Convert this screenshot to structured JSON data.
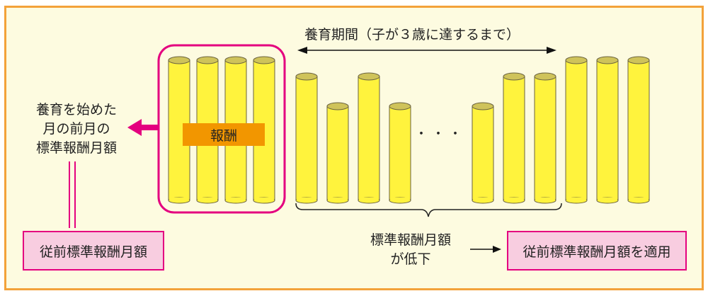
{
  "labels": {
    "period": "養育期間（子が３歳に達するまで）",
    "left_label": [
      "養育を始めた",
      "月の前月の",
      "標準報酬月額"
    ],
    "remuneration": "報酬",
    "left_box": "従前標準報酬月額",
    "lowered": [
      "標準報酬月額",
      "が低下"
    ],
    "right_box": "従前標準報酬月額を適用",
    "ellipsis": "・・・"
  },
  "colors": {
    "background": "#fdfbe0",
    "frame": "#f3a23a",
    "accent_pink": "#e4007f",
    "cylinder_body": "#fff33d",
    "cylinder_top": "#cfc35a",
    "remuneration_band": "#f29600",
    "box_fill": "#f8cde0"
  },
  "bars": {
    "before": [
      "high",
      "high",
      "high",
      "high"
    ],
    "during": [
      "mid",
      "low",
      "mid",
      "low",
      "low",
      "mid",
      "mid"
    ],
    "after": [
      "high",
      "high",
      "high"
    ]
  }
}
